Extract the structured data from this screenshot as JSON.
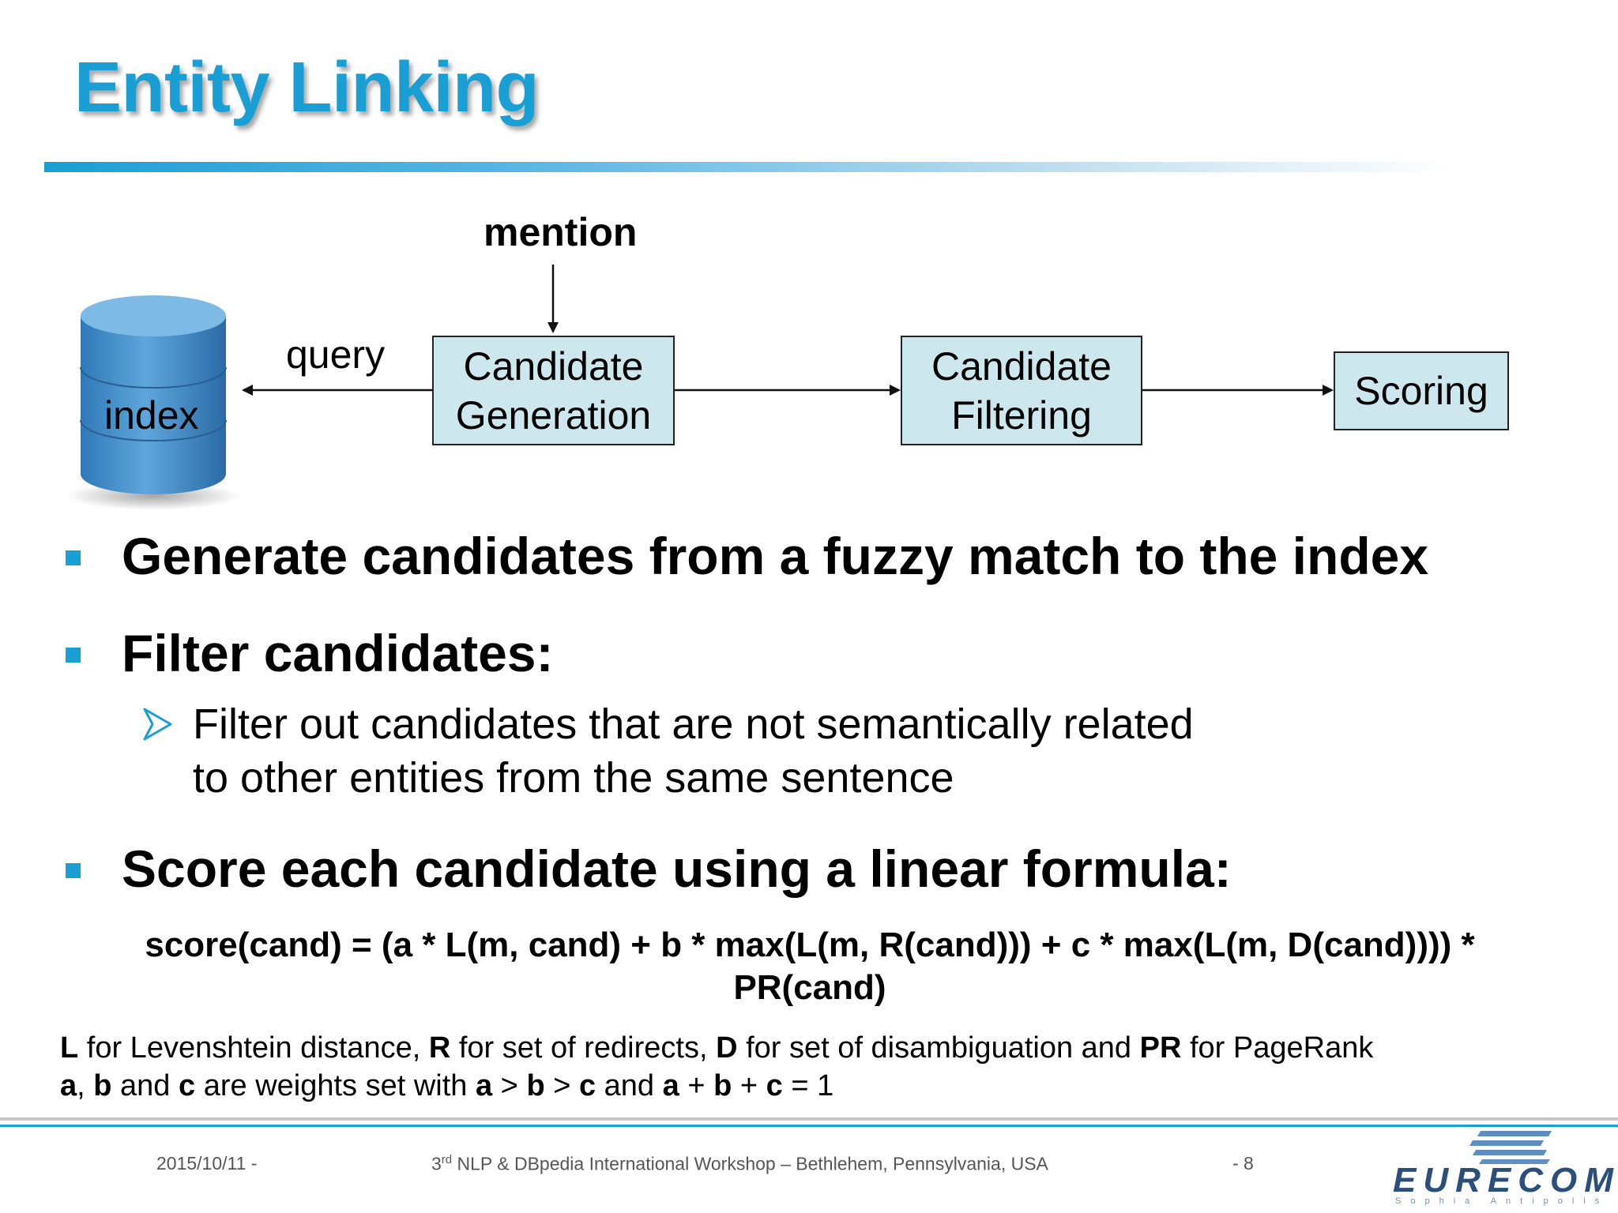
{
  "title": "Entity Linking",
  "diagram": {
    "mention_label": "mention",
    "query_label": "query",
    "db_label": "index",
    "boxes": {
      "generation": [
        "Candidate",
        "Generation"
      ],
      "filtering": [
        "Candidate",
        "Filtering"
      ],
      "scoring": "Scoring"
    },
    "box_color": "#cce8ee"
  },
  "bullets": [
    "Generate candidates from a fuzzy match to the index",
    "Filter candidates:",
    "Score each candidate using a linear formula:"
  ],
  "sub_bullet": [
    "Filter out candidates that are not semantically related",
    "to other entities from the same sentence"
  ],
  "formula": [
    "score(cand) = (a * L(m, cand) + b * max(L(m, R(cand))) + c * max(L(m, D(cand)))) *",
    "PR(cand)"
  ],
  "notes": {
    "line1": [
      {
        "t": "L",
        "b": true
      },
      {
        "t": " for Levenshtein distance, ",
        "b": false
      },
      {
        "t": "R",
        "b": true
      },
      {
        "t": " for set of redirects, ",
        "b": false
      },
      {
        "t": "D",
        "b": true
      },
      {
        "t": " for set of disambiguation and ",
        "b": false
      },
      {
        "t": "PR",
        "b": true
      },
      {
        "t": " for PageRank",
        "b": false
      }
    ],
    "line2": [
      {
        "t": "a",
        "b": true
      },
      {
        "t": ", ",
        "b": false
      },
      {
        "t": "b",
        "b": true
      },
      {
        "t": " and ",
        "b": false
      },
      {
        "t": "c",
        "b": true
      },
      {
        "t": " are weights set with ",
        "b": false
      },
      {
        "t": "a",
        "b": true
      },
      {
        "t": " > ",
        "b": false
      },
      {
        "t": "b",
        "b": true
      },
      {
        "t": " > ",
        "b": false
      },
      {
        "t": "c",
        "b": true
      },
      {
        "t": " and ",
        "b": false
      },
      {
        "t": "a",
        "b": true
      },
      {
        "t": " + ",
        "b": false
      },
      {
        "t": "b",
        "b": true
      },
      {
        "t": " + ",
        "b": false
      },
      {
        "t": "c",
        "b": true
      },
      {
        "t": " = 1",
        "b": false
      }
    ]
  },
  "footer": {
    "date": "2015/10/11  -",
    "event_sup": "rd",
    "event_num": "3",
    "event": " NLP & DBpedia International Workshop – Bethlehem, Pennsylvania, USA",
    "page": "-  8",
    "logo": "EURECOM",
    "logo_sub": "Sophia Antipolis"
  },
  "colors": {
    "accent": "#1a9fd5",
    "logo": "#2a4f7a"
  }
}
